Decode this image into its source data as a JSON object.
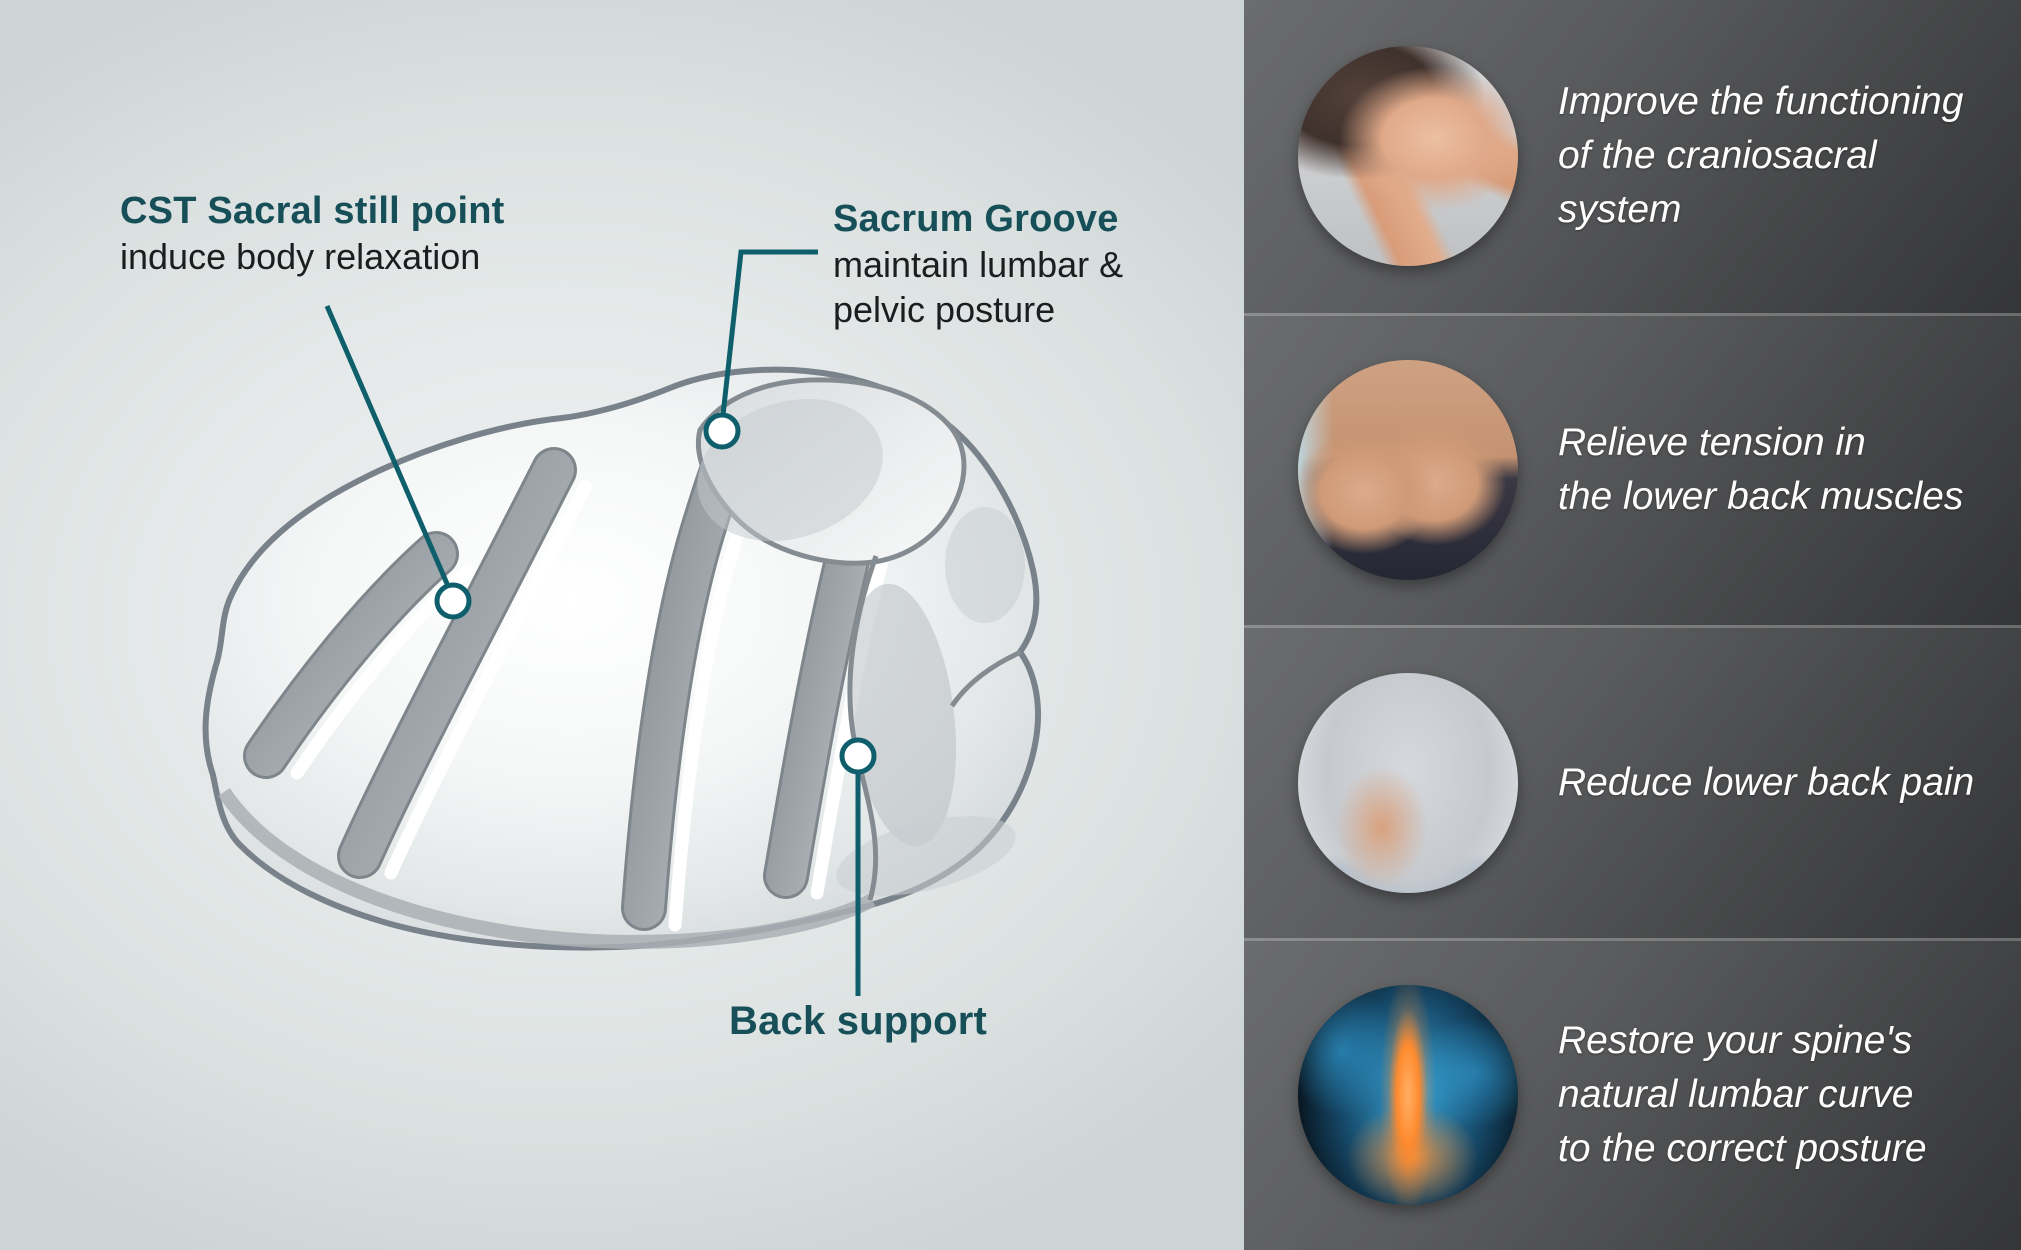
{
  "colors": {
    "accent_teal": "#0e5f6b",
    "heading_teal": "#174f59",
    "body_text": "#1b1d1e",
    "panel_text": "#fdfdfd",
    "left_background": "#e3e8e7",
    "panel_gradient_from": "#6b6c6e",
    "panel_gradient_to": "#343537"
  },
  "illustration": {
    "subject": "back-support-cushion-3d-drawing",
    "callouts": {
      "cst": {
        "title": "CST Sacral still point",
        "subtitle": "induce body relaxation"
      },
      "sacrum": {
        "title": "Sacrum Groove",
        "line1": "maintain lumbar &",
        "line2": "pelvic posture"
      },
      "back": {
        "title": "Back support"
      }
    }
  },
  "benefits": {
    "items": [
      {
        "photo": "craniosacral-face-massage-photo",
        "lines": [
          "Improve the functioning",
          "of the craniosacral",
          "system"
        ]
      },
      {
        "photo": "lower-back-massage-photo",
        "lines": [
          "Relieve tension in",
          "the lower back muscles"
        ]
      },
      {
        "photo": "lower-back-pain-photo",
        "lines": [
          "Reduce lower back pain"
        ]
      },
      {
        "photo": "spine-xray-illustration-photo",
        "lines": [
          "Restore your spine's",
          "natural lumbar curve",
          "to the correct posture"
        ]
      }
    ]
  }
}
